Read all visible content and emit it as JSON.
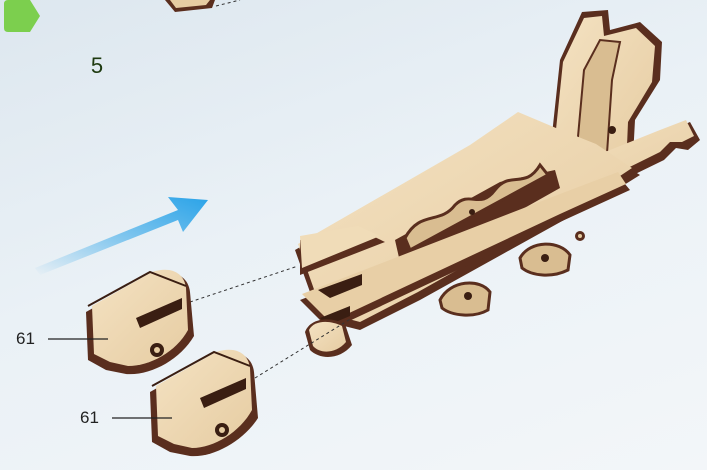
{
  "step": {
    "number": "5"
  },
  "parts": [
    {
      "label": "61"
    },
    {
      "label": "61"
    }
  ],
  "colors": {
    "wood_face": "#efd9b4",
    "wood_shade": "#d9bd91",
    "wood_edge": "#5a2e1e",
    "badge_green": "#7ccf4e",
    "arrow_blue": "#2aa3e8"
  },
  "icons": [
    "step-badge",
    "insert-direction-arrow"
  ]
}
